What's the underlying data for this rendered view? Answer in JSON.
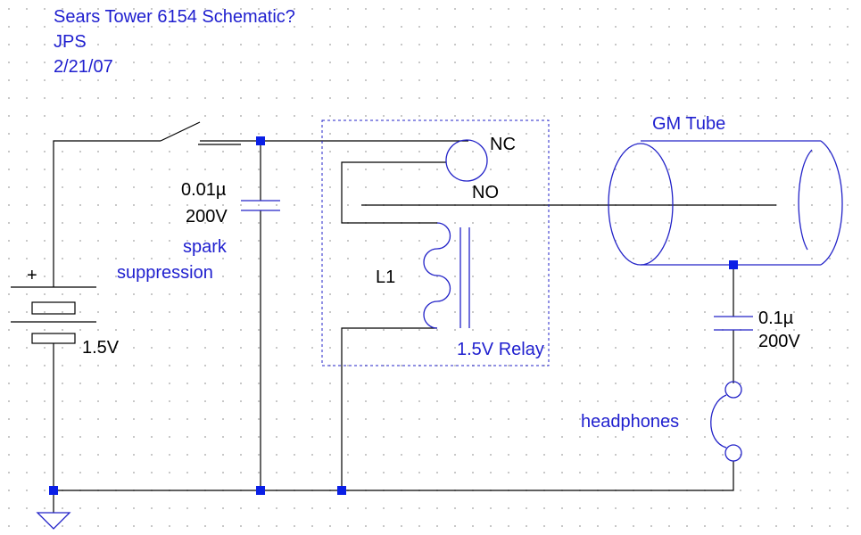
{
  "header": {
    "title": "Sears Tower 6154 Schematic?",
    "author": "JPS",
    "date": "2/21/07"
  },
  "labels": {
    "battery_plus": "+",
    "battery_voltage": "1.5V",
    "cap1_value": "0.01µ",
    "cap1_voltage": "200V",
    "cap1_note_1": "spark",
    "cap1_note_2": "suppression",
    "coil": "L1",
    "relay_nc": "NC",
    "relay_no": "NO",
    "relay_name": "1.5V Relay",
    "tube_name": "GM Tube",
    "cap2_value": "0.1µ",
    "cap2_voltage": "200V",
    "headphones": "headphones"
  },
  "colors": {
    "wire": "#000000",
    "component": "#2323c8",
    "node": "#0a1fe6",
    "annotation": "#1f1fcf"
  }
}
